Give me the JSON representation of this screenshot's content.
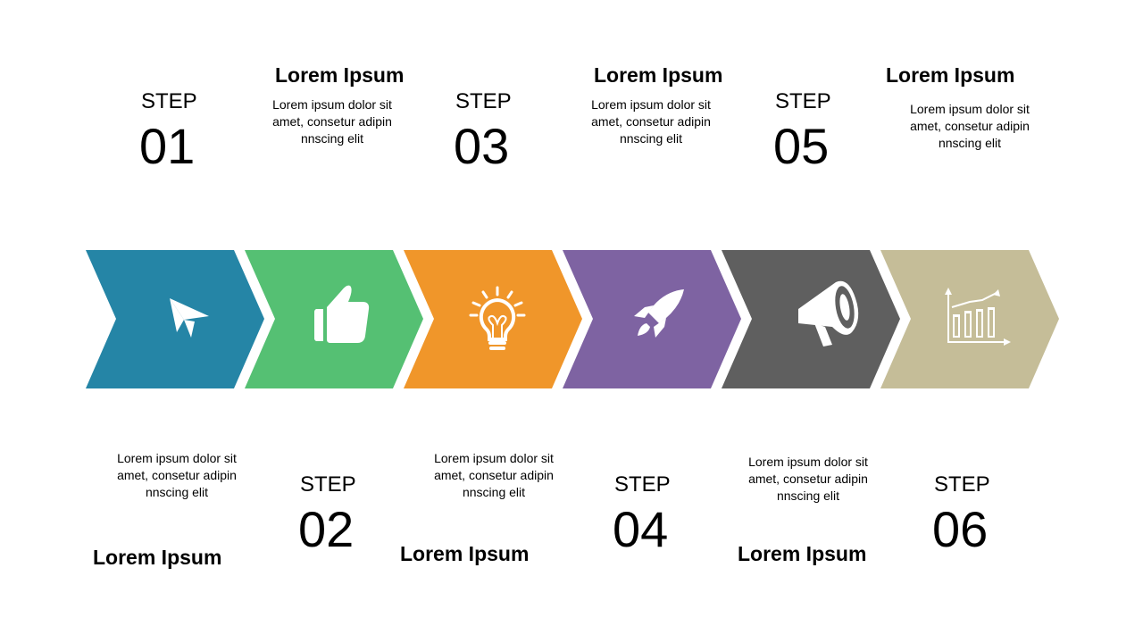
{
  "steps": [
    {
      "step_label": "STEP",
      "number": "01",
      "title": "Lorem Ipsum",
      "desc_lines": [
        "Lorem ipsum dolor sit",
        "amet, consetur adipin",
        "nnscing elit"
      ],
      "color": "#2585A6",
      "icon": "paper-plane-icon"
    },
    {
      "step_label": "STEP",
      "number": "02",
      "title": "Lorem Ipsum",
      "desc_lines": [
        "Lorem ipsum dolor sit",
        "amet, consetur adipin",
        "nnscing elit"
      ],
      "color": "#55C073",
      "icon": "thumbs-up-icon"
    },
    {
      "step_label": "STEP",
      "number": "03",
      "title": "Lorem Ipsum",
      "desc_lines": [
        "Lorem ipsum dolor sit",
        "amet, consetur adipin",
        "nnscing elit"
      ],
      "color": "#F0962A",
      "icon": "lightbulb-icon"
    },
    {
      "step_label": "STEP",
      "number": "04",
      "title": "Lorem Ipsum",
      "desc_lines": [
        "Lorem ipsum dolor sit",
        "amet, consetur adipin",
        "nnscing elit"
      ],
      "color": "#7E63A2",
      "icon": "rocket-icon"
    },
    {
      "step_label": "STEP",
      "number": "05",
      "title": "Lorem Ipsum",
      "desc_lines": [
        "Lorem ipsum dolor sit",
        "amet, consetur adipin",
        "nnscing elit"
      ],
      "color": "#5F5F5F",
      "icon": "megaphone-icon"
    },
    {
      "step_label": "STEP",
      "number": "06",
      "title": "Lorem Ipsum",
      "desc_lines": [
        "Lorem ipsum dolor sit",
        "amet, consetur adipin",
        "nnscing elit"
      ],
      "color": "#C5BD98",
      "icon": "bar-chart-icon"
    }
  ]
}
